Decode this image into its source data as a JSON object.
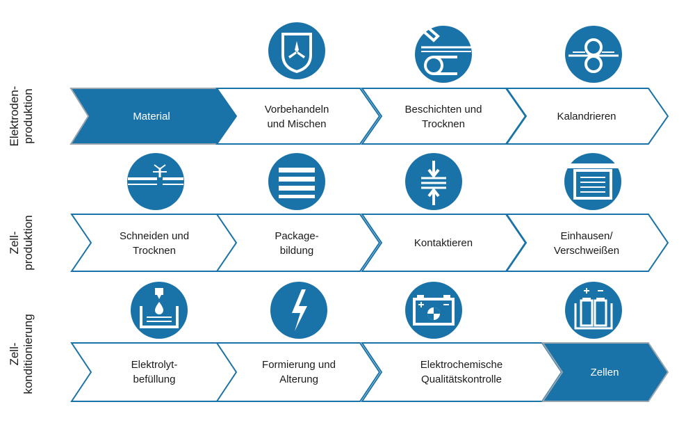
{
  "colors": {
    "accent": "#1a73a8",
    "outline": "#1a73a8",
    "filled_border": "#9aa5ad",
    "text": "#1a1a1a"
  },
  "rows": [
    {
      "label_lines": [
        "Elektroden-",
        "produktion"
      ],
      "steps": [
        {
          "lines": [
            "Material"
          ],
          "filled": true,
          "icon": "none"
        },
        {
          "lines": [
            "Vorbehandeln",
            "und Mischen"
          ],
          "filled": false,
          "icon": "mixer-icon"
        },
        {
          "lines": [
            "Beschichten und",
            "Trocknen"
          ],
          "filled": false,
          "icon": "coating-roller-icon"
        },
        {
          "lines": [
            "Kalandrieren"
          ],
          "filled": false,
          "icon": "calender-rolls-icon"
        }
      ]
    },
    {
      "label_lines": [
        "Zell-",
        "produktion"
      ],
      "steps": [
        {
          "lines": [
            "Schneiden und",
            "Trocknen"
          ],
          "filled": false,
          "icon": "laser-cut-icon"
        },
        {
          "lines": [
            "Package-",
            "bildung"
          ],
          "filled": false,
          "icon": "stack-layers-icon"
        },
        {
          "lines": [
            "Kontaktieren"
          ],
          "filled": false,
          "icon": "press-contact-icon"
        },
        {
          "lines": [
            "Einhausen/",
            "Verschweißen"
          ],
          "filled": false,
          "icon": "housing-icon"
        }
      ]
    },
    {
      "label_lines": [
        "Zell-",
        "konditionierung"
      ],
      "steps": [
        {
          "lines": [
            "Elektrolyt-",
            "befüllung"
          ],
          "filled": false,
          "icon": "electrolyte-fill-icon"
        },
        {
          "lines": [
            "Formierung und",
            "Alterung"
          ],
          "filled": false,
          "icon": "lightning-icon"
        },
        {
          "lines": [
            "Elektrochemische",
            "Qualitätskontrolle"
          ],
          "filled": false,
          "icon": "battery-test-icon"
        },
        {
          "lines": [
            "Zellen"
          ],
          "filled": true,
          "icon": "cells-icon"
        }
      ]
    }
  ]
}
